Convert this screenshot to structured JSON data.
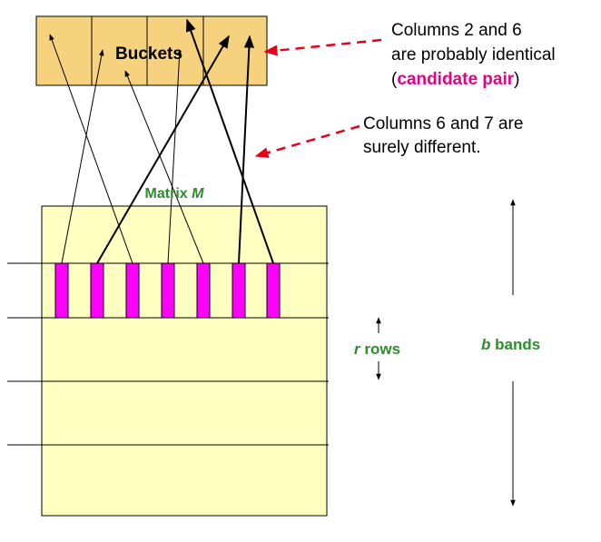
{
  "buckets": {
    "label": "Buckets"
  },
  "matrix": {
    "label": "Matrix",
    "label_var": "M"
  },
  "annotations": {
    "candidate": {
      "line1": "Columns 2 and 6",
      "line2": "are probably identical",
      "paren_open": "(",
      "highlight": "candidate pair",
      "paren_close": ")"
    },
    "different": {
      "line1": "Columns 6 and 7 are",
      "line2": "surely different."
    }
  },
  "rows_label": {
    "var": "r",
    "text": " rows"
  },
  "bands_label": {
    "var": "b",
    "text": " bands"
  },
  "colors": {
    "bucket_fill": "#F6D27E",
    "matrix_fill": "#FFFFC2",
    "column_fill": "#FF00FF",
    "label_green": "#2E8B2E",
    "highlight_magenta": "#E6008A",
    "arrow_red": "#E8001A"
  }
}
